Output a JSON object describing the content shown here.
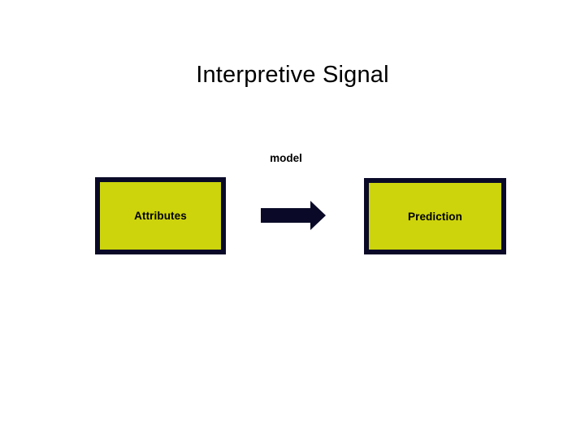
{
  "slide": {
    "title": "Interpretive Signal",
    "background_color": "#ffffff"
  },
  "diagram": {
    "type": "flow",
    "accent_fill": "#cdd40c",
    "outline_color": "#0a0a28",
    "arrow_color": "#0a0a28",
    "text_color": "#000000",
    "edge_label": "model",
    "nodes": [
      {
        "id": "attributes",
        "label": "Attributes"
      },
      {
        "id": "prediction",
        "label": "Prediction"
      }
    ],
    "arrow_icon": "arrow-right-block-icon",
    "flow": "Attributes -> model -> Prediction"
  }
}
